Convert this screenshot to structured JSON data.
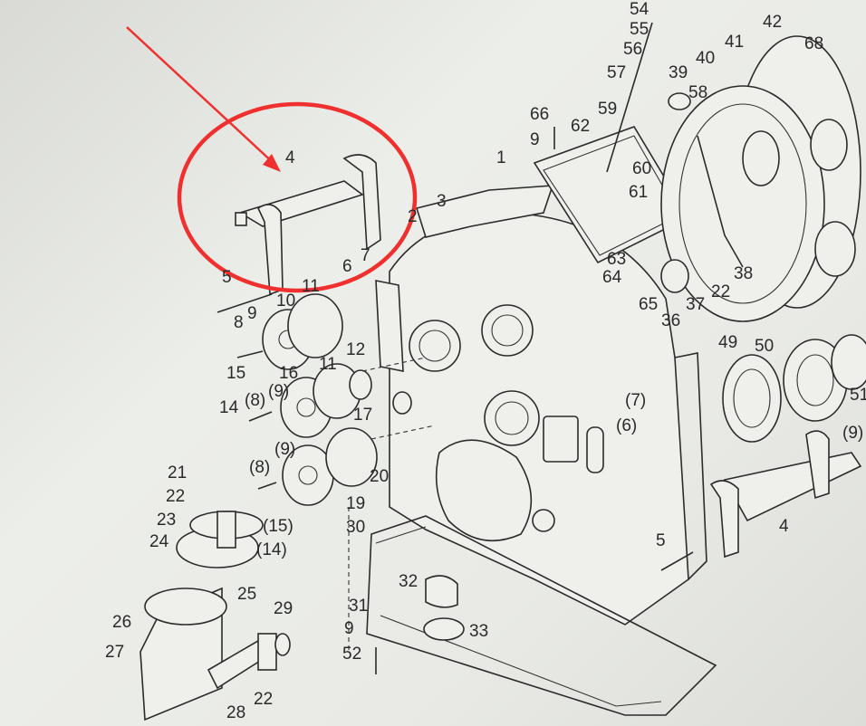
{
  "diagram": {
    "description_labels": [
      "54",
      "55",
      "56",
      "57",
      "39",
      "40",
      "41",
      "42",
      "68",
      "58",
      "59",
      "66",
      "62",
      "9",
      "60",
      "61",
      "1",
      "3",
      "2",
      "4",
      "63",
      "64",
      "65",
      "36",
      "37",
      "22",
      "38",
      "49",
      "50",
      "51",
      "(9)",
      "5",
      "6",
      "7",
      "11",
      "10",
      "8",
      "9",
      "12",
      "15",
      "16",
      "11",
      "14",
      "(8)",
      "(9)",
      "17",
      "(7)",
      "(6)",
      "(8)",
      "(9)",
      "20",
      "19",
      "21",
      "22",
      "23",
      "24",
      "(15)",
      "(14)",
      "30",
      "25",
      "32",
      "33",
      "29",
      "31",
      "9",
      "52",
      "26",
      "27",
      "28",
      "22",
      "5",
      "4"
    ],
    "annotation": {
      "color": "#f0302e",
      "shape": "circle-with-arrow",
      "highlighted_part": "4"
    }
  }
}
